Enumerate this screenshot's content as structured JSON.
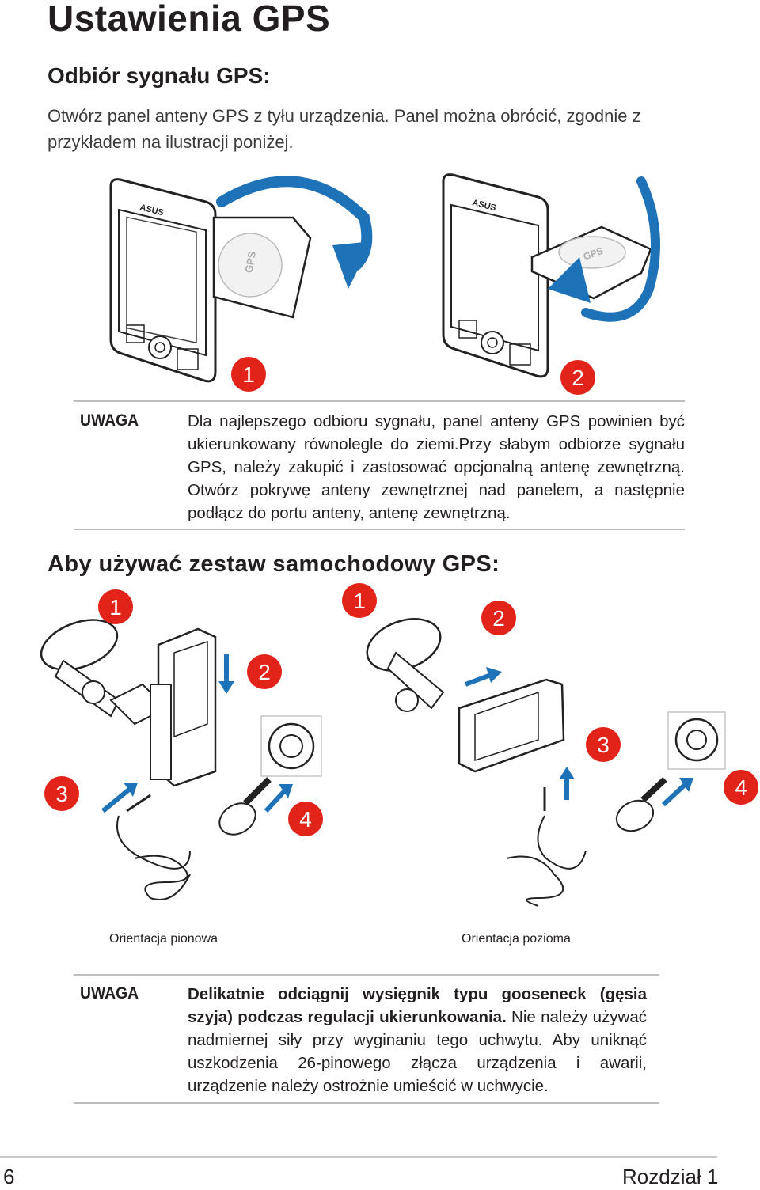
{
  "page": {
    "title": "Ustawienia GPS",
    "section1_heading": "Odbiór sygnału GPS:",
    "section1_text": "Otwórz panel anteny GPS z tyłu urządzenia. Panel można obrócić, zgodnie z przykładem na ilustracji poniżej.",
    "section2_heading": "Aby używać zestaw samochodowy GPS:"
  },
  "figure1": {
    "step1": "1",
    "step2": "2",
    "brand": "ASUS",
    "antenna_label": "GPS"
  },
  "note1": {
    "label": "UWAGA",
    "text": "Dla najlepszego odbioru sygnału, panel anteny GPS powinien być ukierunkowany równolegle do ziemi.Przy słabym odbiorze sygnału GPS, należy zakupić i zastosować opcjonalną antenę zewnętrzną. Otwórz pokrywę anteny zewnętrznej nad panelem, a następnie podłącz do portu anteny, antenę zewnętrzną."
  },
  "figure2": {
    "left_steps": [
      "1",
      "2",
      "3",
      "4"
    ],
    "right_steps": [
      "1",
      "2",
      "3",
      "4"
    ],
    "caption_left": "Orientacja pionowa",
    "caption_right": "Orientacja pozioma"
  },
  "note2": {
    "label": "UWAGA",
    "text_bold": "Delikatnie odciągnij wysięgnik typu gooseneck (gęsia szyja) podczas regulacji ukierunkowania.",
    "text_rest": " Nie należy używać nadmiernej siły przy wyginaniu tego uchwytu. Aby uniknąć uszkodzenia 26-pinowego złącza urządzenia i awarii, urządzenie należy ostrożnie umieścić w uchwycie."
  },
  "footer": {
    "page_number": "6",
    "chapter": "Rozdział 1"
  },
  "colors": {
    "accent_red": "#e2231a",
    "arrow_blue": "#1d72b8",
    "text": "#231f20",
    "rule": "#bdbdbd"
  }
}
